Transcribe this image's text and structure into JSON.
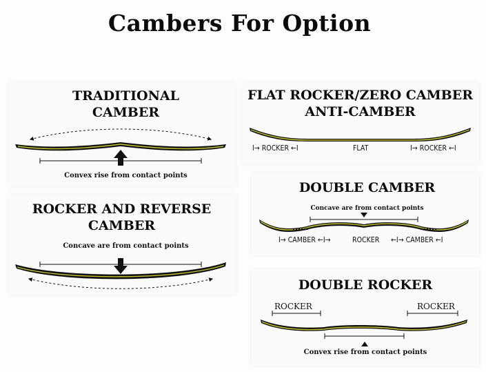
{
  "title": "Cambers For Option",
  "traditional": {
    "title_line1": "TRADITIONAL",
    "title_line2": "CAMBER",
    "caption": "Convex rise from contact points"
  },
  "rocker": {
    "title_line1": "ROCKER AND REVERSE",
    "title_line2": "CAMBER",
    "caption": "Concave are from contact points"
  },
  "flat": {
    "title_line1": "FLAT ROCKER/ZERO CAMBER",
    "title_line2": "ANTI-CAMBER",
    "left_label": "I→ ROCKER ←I",
    "center_label": "FLAT",
    "right_label": "I→ ROCKER ←I"
  },
  "double_camber": {
    "title": "DOUBLE CAMBER",
    "caption": "Concave are from contact points",
    "zones": [
      "I→ CAMBER ←I→",
      "ROCKER",
      "←I→ CAMBER ←I"
    ]
  },
  "double_rocker": {
    "title": "DOUBLE ROCKER",
    "left_label": "ROCKER",
    "right_label": "ROCKER",
    "caption": "Convex rise from contact points"
  },
  "colors": {
    "board": "#111111",
    "accent": "#c9c42e"
  }
}
